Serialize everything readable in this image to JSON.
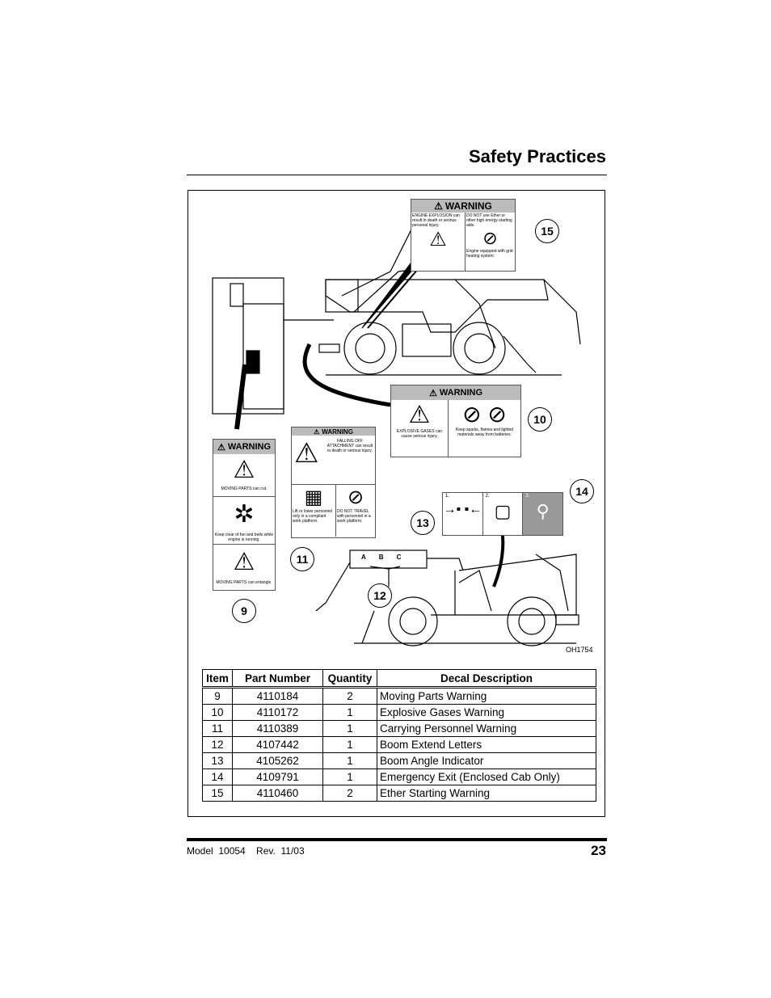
{
  "page": {
    "title": "Safety Practices",
    "footer_model": "Model  10054    Rev.  11/03",
    "page_number": "23"
  },
  "figure": {
    "id": "OH1754",
    "callouts": [
      "15",
      "10",
      "14",
      "13",
      "11",
      "12",
      "9"
    ],
    "boom_letters": [
      "A",
      "B",
      "C"
    ]
  },
  "decals": {
    "ether": {
      "header": "WARNING",
      "left_text": "ENGINE EXPLOSION can result in death or serious personal injury.",
      "right_text": "DO NOT use Ether or other high energy starting aids.",
      "right_bottom": "Engine equipped with grid heating system."
    },
    "explosive": {
      "header": "WARNING",
      "left_text": "EXPLOSIVE GASES can cause serious injury.",
      "right_text": "Keep sparks, flames and lighted materials away from batteries."
    },
    "personnel": {
      "header": "WARNING",
      "top_text": "FALLING OFF ATTACHMENT can result in death or serious injury.",
      "left_text": "Lift or lower personnel only in a compliant work platform.",
      "right_text": "DO NOT TRAVEL with personnel in a work platform."
    },
    "moving_parts": {
      "header": "WARNING",
      "text1": "MOVING PARTS can cut.",
      "text2": "Keep clear of fan and belts while engine is running.",
      "text3": "MOVING PARTS can entangle."
    },
    "exit": {
      "steps": [
        "1.",
        "2.",
        "3."
      ]
    }
  },
  "table": {
    "headers": [
      "Item",
      "Part Number",
      "Quantity",
      "Decal Description"
    ],
    "rows": [
      [
        "9",
        "4110184",
        "2",
        "Moving Parts Warning"
      ],
      [
        "10",
        "4110172",
        "1",
        "Explosive Gases Warning"
      ],
      [
        "11",
        "4110389",
        "1",
        "Carrying Personnel Warning"
      ],
      [
        "12",
        "4107442",
        "1",
        "Boom Extend Letters"
      ],
      [
        "13",
        "4105262",
        "1",
        "Boom Angle Indicator"
      ],
      [
        "14",
        "4109791",
        "1",
        "Emergency Exit (Enclosed Cab Only)"
      ],
      [
        "15",
        "4110460",
        "2",
        "Ether Starting Warning"
      ]
    ]
  }
}
